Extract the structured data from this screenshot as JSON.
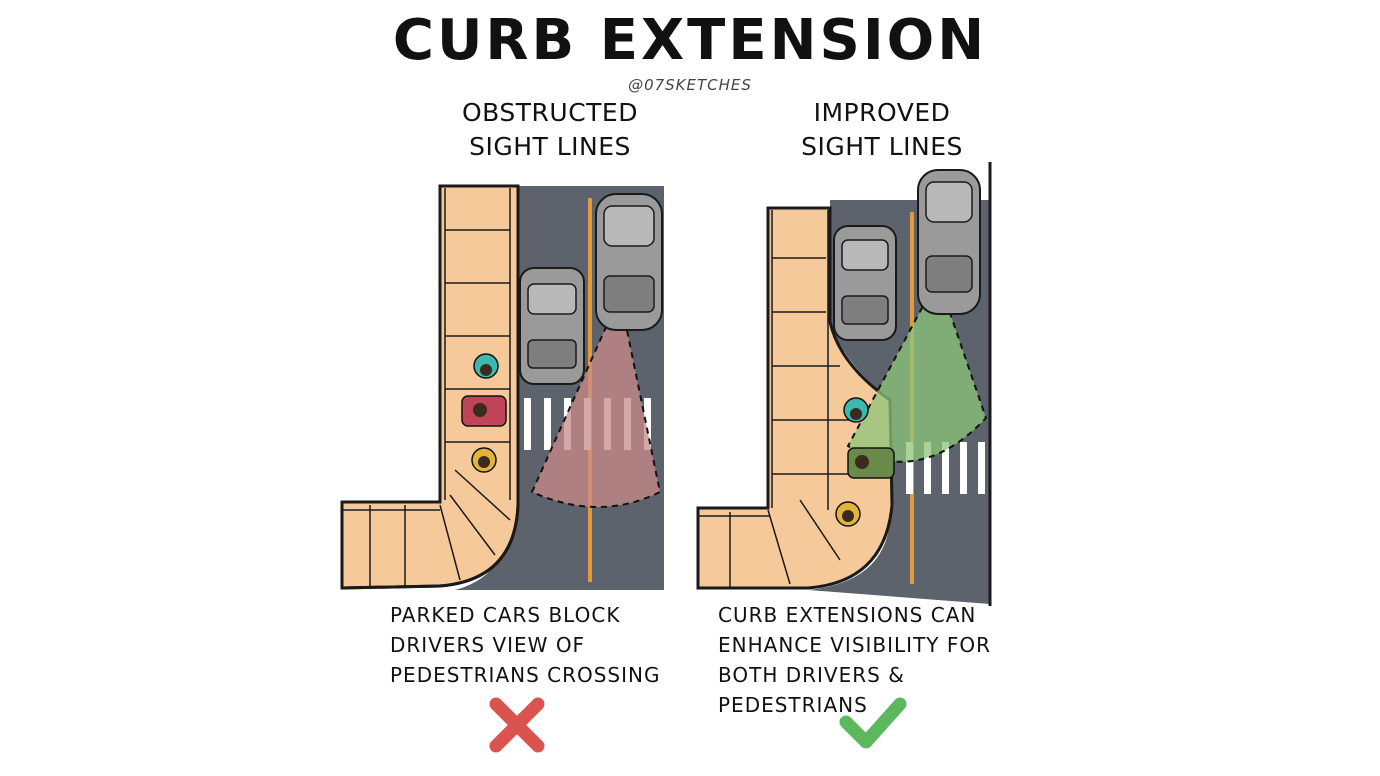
{
  "title": "Curb Extension",
  "handle": "@07SKETCHES",
  "panels": {
    "left": {
      "heading_line1": "Obstructed",
      "heading_line2": "Sight Lines",
      "caption_line1": "Parked cars block",
      "caption_line2": "drivers view of",
      "caption_line3": "pedestrians crossing",
      "verdict_icon": "red-x-icon"
    },
    "right": {
      "heading_line1": "Improved",
      "heading_line2": "Sight Lines",
      "caption_line1": "Curb extensions can",
      "caption_line2": "enhance visibility for",
      "caption_line3": "both drivers & pedestrians",
      "verdict_icon": "green-check-icon"
    }
  },
  "colors": {
    "sidewalk": "#f6c99a",
    "road": "#5d636c",
    "center_line": "#e39a3a",
    "car": "#9a9a9a",
    "sight_bad": "#c98a8a",
    "sight_good": "#8cc47a",
    "x_mark": "#d9534f",
    "check_mark": "#5cb85c"
  }
}
